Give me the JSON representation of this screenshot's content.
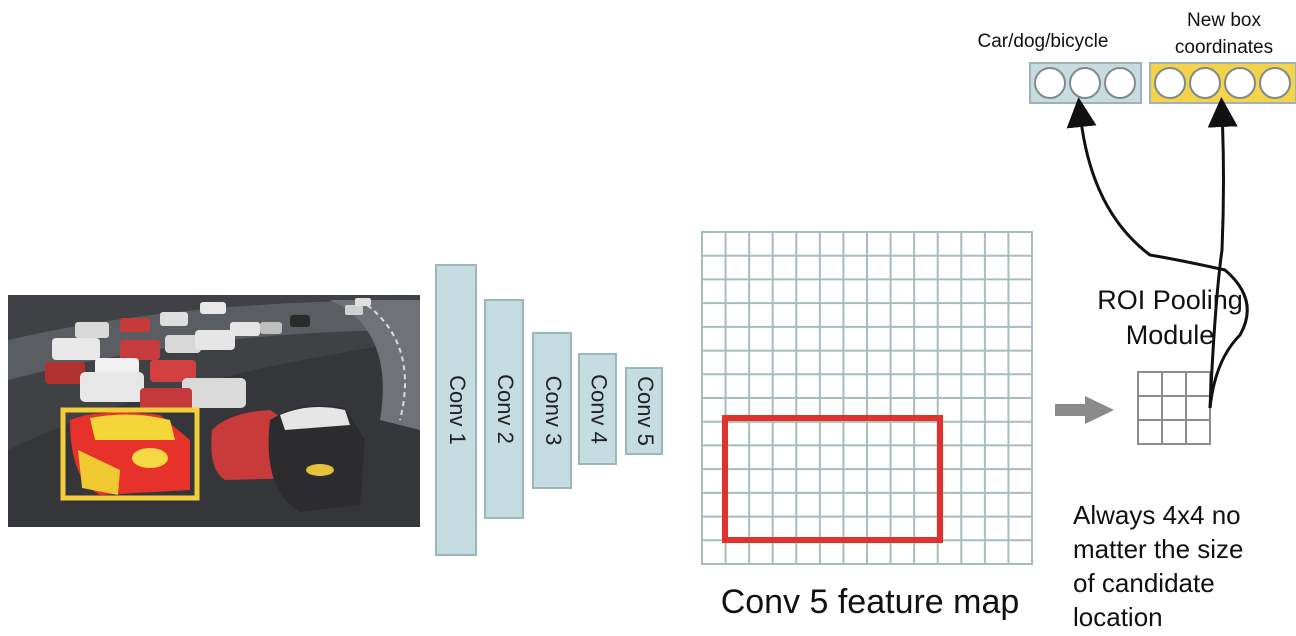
{
  "conv_layers": [
    "Conv 1",
    "Conv 2",
    "Conv 3",
    "Conv 4",
    "Conv 5"
  ],
  "feature_map": {
    "label": "Conv 5 feature map",
    "grid_cols": 14,
    "grid_rows": 14
  },
  "roi_pooling": {
    "line1": "ROI Pooling",
    "line2": "Module",
    "grid_size": 3
  },
  "outputs": {
    "class_label": "Car/dog/bicycle",
    "class_circles": 3,
    "box_label_line1": "New box",
    "box_label_line2": "coordinates",
    "box_circles": 4
  },
  "note_lines": [
    "Always 4x4 no",
    "matter the size",
    "of candidate",
    "location"
  ],
  "colors": {
    "conv_fill": "#c5dde0",
    "conv_stroke": "#9cb7bb",
    "grid": "#a7bcbe",
    "roi_box": "#e0312b",
    "detection_box": "#f2cf3a",
    "arrow": "#8a8a8a",
    "class_fill": "#c8dcdf",
    "box_fill": "#f4d34a"
  },
  "icons": [
    "race-cars-photo",
    "right-arrow-icon"
  ]
}
